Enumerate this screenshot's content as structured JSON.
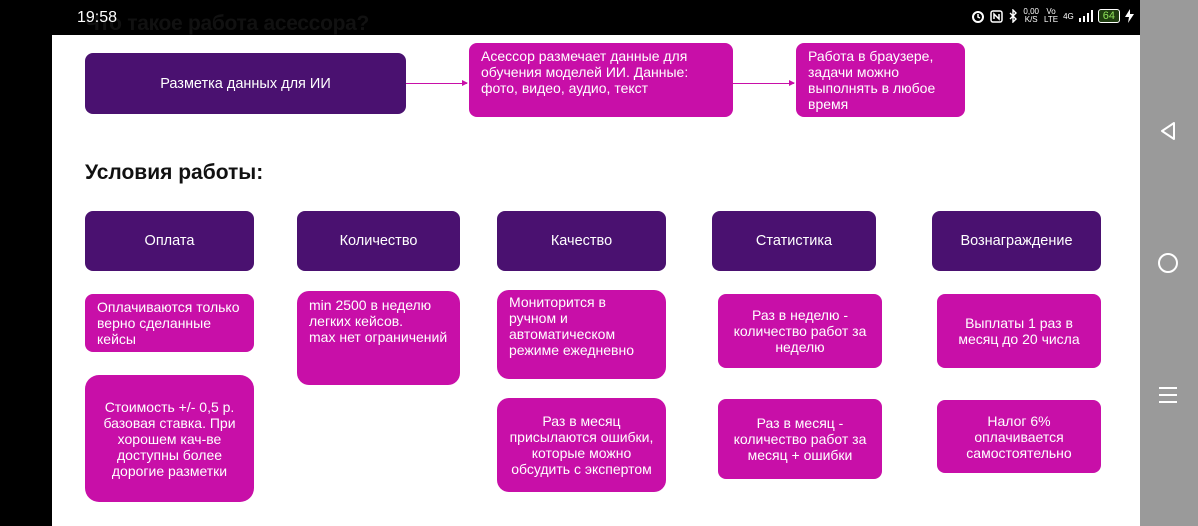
{
  "status_bar": {
    "time": "19:58",
    "net_speed_value": "0,00",
    "net_speed_unit": "K/S",
    "volte_top": "Vo",
    "volte_bottom": "LTE",
    "network_type": "4G",
    "battery": "64"
  },
  "slide": {
    "title": "Что такое работа асессора?",
    "flow": [
      {
        "text": "Разметка данных для ИИ"
      },
      {
        "text": "Асессор размечает данные для обучения моделей ИИ. Данные: фото, видео, аудио, текст"
      },
      {
        "text": "Работа в браузере, задачи можно выполнять в любое время"
      }
    ],
    "conditions_title": "Условия работы:",
    "columns": [
      {
        "header": "Оплата",
        "items": [
          "Оплачиваются только верно сделанные кейсы",
          "Стоимость +/- 0,5 р. базовая ставка. При хорошем кач-ве доступны более дорогие разметки"
        ]
      },
      {
        "header": "Количество",
        "items": [
          "min 2500 в неделю легких кейсов.\nmax нет ограничений"
        ]
      },
      {
        "header": "Качество",
        "items": [
          "Мониторится в ручном и автоматическом режиме ежедневно",
          "Раз в месяц присылаются ошибки, которые можно обсудить с экспертом"
        ]
      },
      {
        "header": "Статистика",
        "items": [
          "Раз в неделю - количество работ за неделю",
          "Раз в месяц - количество работ за месяц + ошибки"
        ]
      },
      {
        "header": "Вознаграждение",
        "items": [
          "Выплаты 1 раз в месяц до 20 числа",
          "Налог 6% оплачивается самостоятельно"
        ]
      }
    ]
  }
}
